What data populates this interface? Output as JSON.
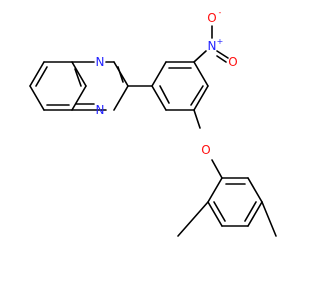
{
  "molecule": {
    "atoms": {
      "n_ring_top": "N",
      "n_ring_bottom": "N",
      "n_nitro": "N",
      "n_nitro_charge": "+",
      "o_nitro_top": "O",
      "o_nitro_top_charge": "-",
      "o_nitro_right": "O",
      "o_ether": "O"
    },
    "colors": {
      "bond": "#000000",
      "nitrogen": "#1f1fff",
      "oxygen": "#ff1010"
    }
  }
}
